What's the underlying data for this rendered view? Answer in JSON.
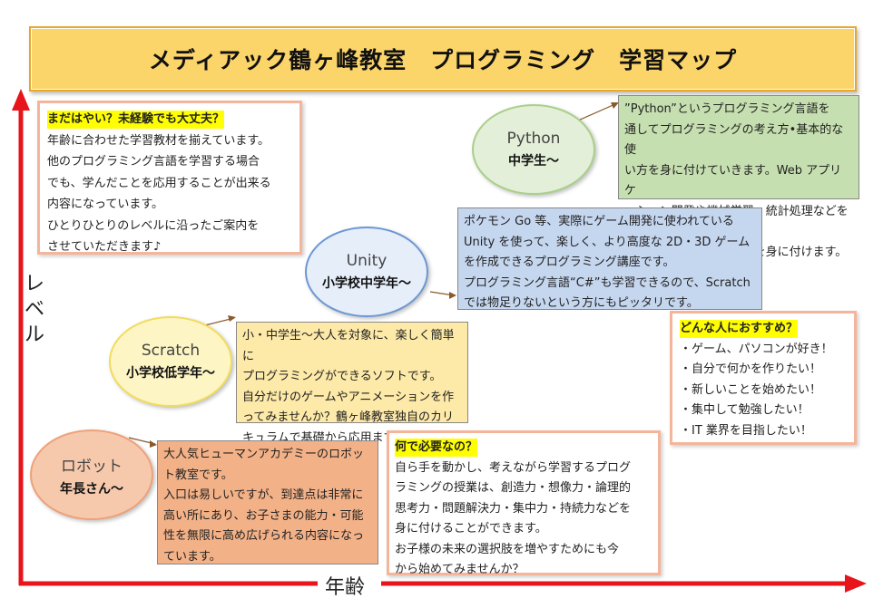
{
  "title": "メディアック鶴ヶ峰教室　プログラミング　学習マップ",
  "axes": {
    "y_label": "レベル",
    "x_label": "年齢"
  },
  "intro": {
    "heading": "まだはやい？未経験でも大丈夫？",
    "lines": [
      "年齢に合わせた学習教材を揃えています。",
      "他のプログラミング言語を学習する場合",
      "でも、学んだことを応用することが出来る",
      "内容になっています。",
      "ひとりひとりのレベルに沿ったご案内を",
      "させていただきます♪"
    ]
  },
  "courses": {
    "python": {
      "name": "Python",
      "age": "中学生～",
      "desc": [
        "”Python”というプログラミング言語を",
        "通してプログラミングの考え方•基本的な使",
        "い方を身に付けていきます。Web アプリケ",
        "ーション開発や機械学習、統計処理などを行",
        "う上で前提となるスキルを身に付けます。"
      ]
    },
    "unity": {
      "name": "Unity",
      "age": "小学校中学年～",
      "desc": [
        "ポケモン Go 等、実際にゲーム開発に使われている",
        "Unity を使って、楽しく、より高度な 2D・3D ゲーム",
        "を作成できるプログラミング講座です。",
        "プログラミング言語“C#”も学習できるので、Scratch",
        "では物足りないという方にもピッタリです。"
      ]
    },
    "scratch": {
      "name": "Scratch",
      "age": "小学校低学年～",
      "desc": [
        "小・中学生～大人を対象に、楽しく簡単に",
        "プログラミングができるソフトです。",
        "自分だけのゲームやアニメーションを作",
        "ってみませんか？鶴ヶ峰教室独自のカリ",
        "キュラムで基礎から応用まで学べます。"
      ]
    },
    "robot": {
      "name": "ロボット",
      "age": "年長さん～",
      "desc": [
        "大人気ヒューマンアカデミーのロボッ",
        "ト教室です。",
        "入口は易しいですが、到達点は非常に",
        "高い所にあり、お子さまの能力・可能",
        "性を無限に高め広げられる内容になっ",
        "ています。"
      ]
    }
  },
  "recommend": {
    "heading": "どんな人におすすめ？",
    "items": [
      "・ゲーム、パソコンが好き！",
      "・自分で何かを作りたい！",
      "・新しいことを始めたい！",
      "・集中して勉強したい！",
      "・IT 業界を目指したい！"
    ]
  },
  "why": {
    "heading": "何で必要なの？",
    "lines": [
      "自ら手を動かし、考えながら学習するプログ",
      "ラミングの授業は、創造力・想像力・論理的",
      "思考力・問題解決力・集中力・持続力などを",
      "身に付けることができます。",
      "お子様の未来の選択肢を増やすためにも今",
      "から始めてみませんか？"
    ]
  },
  "colors": {
    "axis": "#e8141b",
    "title_bg": "#fbd46a",
    "python_fill": "#e3efd8",
    "python_desc": "#c6dfb0",
    "unity_fill": "#e6eefa",
    "unity_desc": "#c5d6ef",
    "scratch_fill": "#fdf5c4",
    "scratch_desc": "#fde9a8",
    "robot_fill": "#f6c9ac",
    "robot_desc": "#f3b187"
  }
}
